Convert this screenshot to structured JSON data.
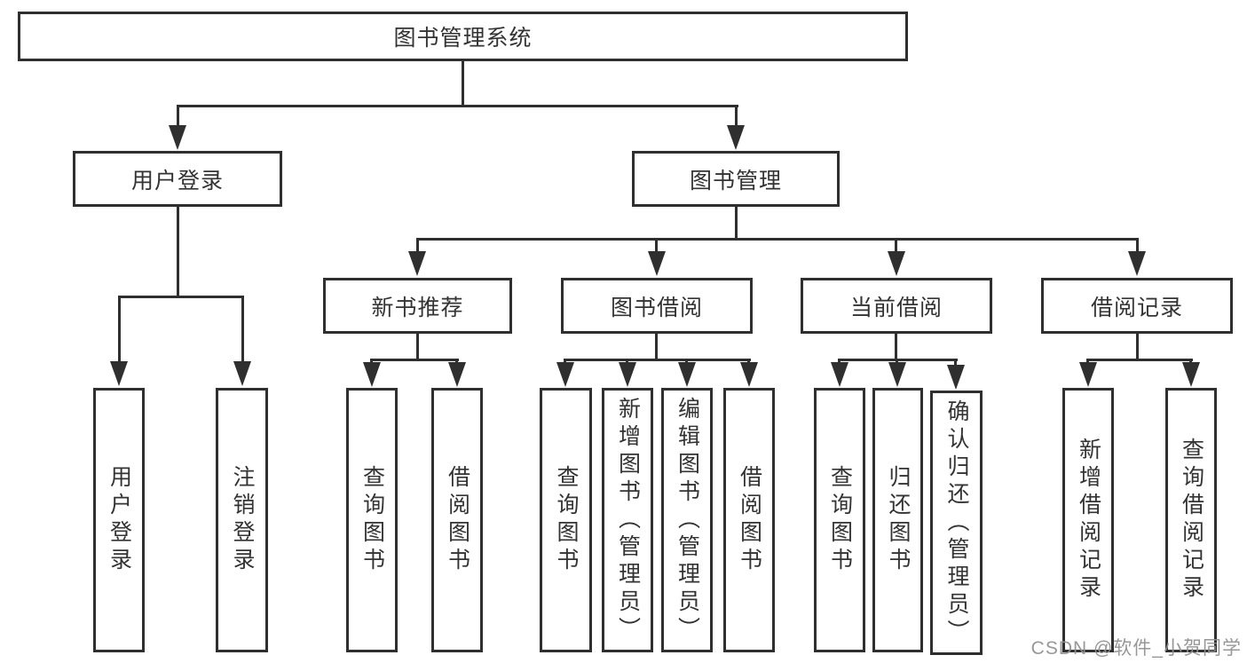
{
  "diagram": {
    "root": "图书管理系统",
    "user_branch": {
      "label": "用户登录",
      "children": [
        "用户登录",
        "注销登录"
      ]
    },
    "mgmt_branch": {
      "label": "图书管理",
      "groups": [
        {
          "label": "新书推荐",
          "children": [
            "查询图书",
            "借阅图书"
          ]
        },
        {
          "label": "图书借阅",
          "children": [
            "查询图书",
            "新增图书（管理员）",
            "编辑图书（管理员）",
            "借阅图书"
          ]
        },
        {
          "label": "当前借阅",
          "children": [
            "查询图书",
            "归还图书",
            "确认归还（管理员）"
          ]
        },
        {
          "label": "借阅记录",
          "children": [
            "新增借阅记录",
            "查询借阅记录"
          ]
        }
      ]
    }
  },
  "watermark": {
    "text": "CSDN @软件_小贺同学"
  },
  "colors": {
    "line": "#2F2F2F",
    "box_border": "#2F2F2F",
    "text": "#333333",
    "watermark": "#919191",
    "background": "#FFFFFF"
  }
}
